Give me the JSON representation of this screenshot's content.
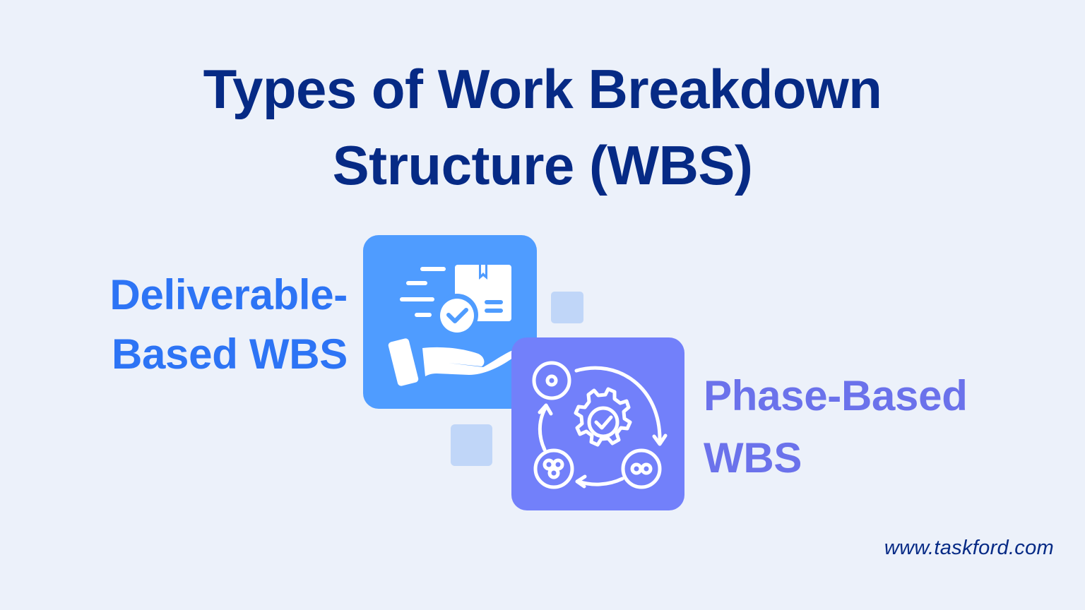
{
  "title": {
    "line1": "Types of Work Breakdown",
    "line2": "Structure (WBS)"
  },
  "types": [
    {
      "line1": "Deliverable-",
      "line2": "Based WBS",
      "icon": "hand-delivering-package-icon",
      "color": "#2D74F5",
      "card_color": "#4F9CFF"
    },
    {
      "line1": "Phase-Based",
      "line2": "WBS",
      "icon": "gear-cycle-phases-icon",
      "color": "#6B72EB",
      "card_color": "#7280FA"
    }
  ],
  "colors": {
    "background": "#ECF1FA",
    "title": "#062A85",
    "decoration": "#C0D6F8"
  },
  "footer": {
    "url": "www.taskford.com"
  }
}
